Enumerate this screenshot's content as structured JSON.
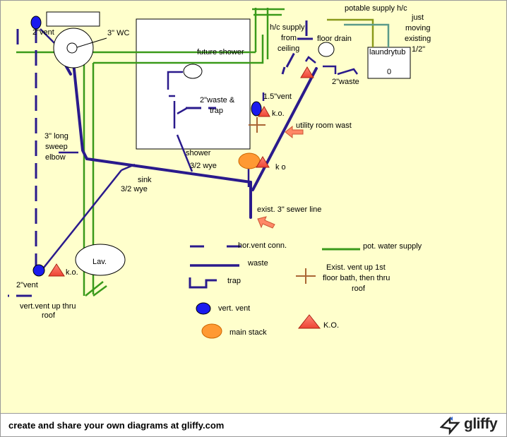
{
  "labels": {
    "vent_top": "2\"vent",
    "wc": "3\" WC",
    "future_shower": "future shower",
    "hc_supply_1": "h/c supply",
    "hc_supply_2": "from",
    "hc_supply_3": "ceiling",
    "floor_drain": "floor drain",
    "potable_supply": "potable supply h/c",
    "just_moving_1": "just",
    "just_moving_2": "moving",
    "just_moving_3": "existing",
    "just_moving_4": "1/2\"",
    "laundrytub": "laundrytub",
    "laundrytub_value": "0",
    "waste_2in": "2\"waste",
    "vent_1_5": "1.5\"vent",
    "ko_upper": "k.o.",
    "waste_trap_1": "2\"waste &",
    "waste_trap_2": "trap",
    "utility_room": "utility room wast",
    "sweep_1": "3\" long",
    "sweep_2": "sweep",
    "sweep_3": "elbow",
    "shower": "shower",
    "wye_32_top": "3/2 wye",
    "ko_main": "k o",
    "sink": "sink",
    "wye_32_sink": "3/2 wye",
    "sewer_line": "exist. 3\" sewer line",
    "lav": "Lav.",
    "ko_lower": "k.o.",
    "vent_lower": "2\"vent",
    "vert_vent_1": "vert.vent up thru",
    "vert_vent_2": "roof"
  },
  "legend": {
    "hor_vent": "hor.vent conn.",
    "pot_water": "pot. water supply",
    "waste": "waste",
    "trap": "trap",
    "exist_vent_1": "Exist. vent up 1st",
    "exist_vent_2": "floor bath, then thru",
    "exist_vent_3": "roof",
    "vert_vent": "vert. vent",
    "ko": "K.O.",
    "main_stack": "main stack"
  },
  "footer": {
    "text": "create and share your own diagrams at gliffy.com",
    "brand": "gliffy"
  },
  "colors": {
    "background": "#ffffcc",
    "waste": "#2a1a8c",
    "vent": "#2a1a8c",
    "water_supply": "#3a9a1a",
    "supply_olive": "#8a9a1a",
    "supply_teal": "#5a9a8a",
    "vert_vent_fill": "#1a1aee",
    "main_stack_fill": "#ff9933",
    "ko_fill": "#ff6655",
    "arrow_fill": "#ff8866",
    "cross": "#aa6633"
  }
}
